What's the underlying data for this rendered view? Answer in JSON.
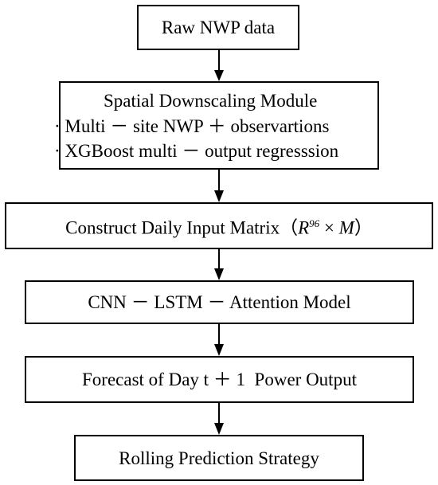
{
  "flowchart": {
    "box1": {
      "label": "Raw NWP data"
    },
    "box2": {
      "title": "Spatial Downscaling Module",
      "line1": "· Multi － site NWP ＋ observartions",
      "line2": "· XGBoost multi － output regresssion"
    },
    "box3": {
      "label_prefix": "Construct Daily Input Matrix（",
      "label_R": "R",
      "label_sup": "96",
      "label_mid": " × ",
      "label_M": "M",
      "label_suffix": "）"
    },
    "box4": {
      "label": "CNN － LSTM － Attention Model"
    },
    "box5": {
      "label": "Forecast of Day t ＋ 1  Power Output"
    },
    "box6": {
      "label": "Rolling Prediction Strategy"
    }
  }
}
